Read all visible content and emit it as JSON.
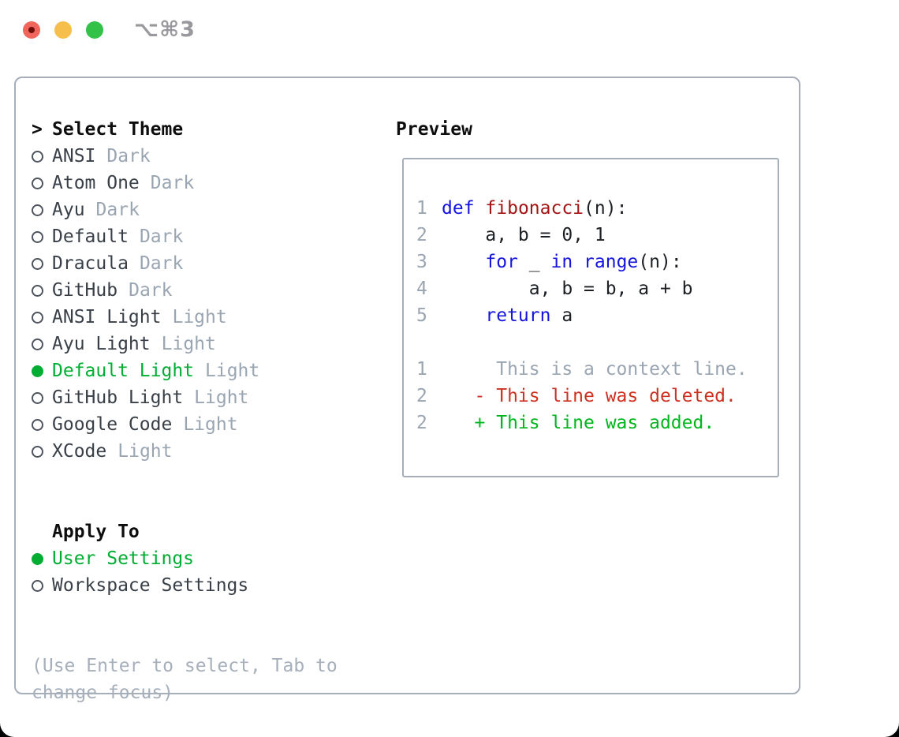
{
  "window": {
    "title": "⌥⌘3"
  },
  "colors": {
    "selected_green": "#00ad33",
    "keyword_blue": "#1414dd",
    "function_red": "#a31515",
    "deleted_red": "#cc3122",
    "added_green": "#00b51d",
    "muted_gray": "#9aa5b2",
    "border_gray": "#a6aeb8"
  },
  "theme_picker": {
    "header_marker": ">",
    "header": "Select Theme",
    "themes": [
      {
        "name": "ANSI",
        "variant": "Dark",
        "selected": false
      },
      {
        "name": "Atom One",
        "variant": "Dark",
        "selected": false
      },
      {
        "name": "Ayu",
        "variant": "Dark",
        "selected": false
      },
      {
        "name": "Default",
        "variant": "Dark",
        "selected": false
      },
      {
        "name": "Dracula",
        "variant": "Dark",
        "selected": false
      },
      {
        "name": "GitHub",
        "variant": "Dark",
        "selected": false
      },
      {
        "name": "ANSI Light",
        "variant": "Light",
        "selected": false
      },
      {
        "name": "Ayu Light",
        "variant": "Light",
        "selected": false
      },
      {
        "name": "Default Light",
        "variant": "Light",
        "selected": true
      },
      {
        "name": "GitHub Light",
        "variant": "Light",
        "selected": false
      },
      {
        "name": "Google Code",
        "variant": "Light",
        "selected": false
      },
      {
        "name": "XCode",
        "variant": "Light",
        "selected": false
      }
    ],
    "apply_to": {
      "header": "Apply To",
      "options": [
        {
          "name": "User Settings",
          "selected": true
        },
        {
          "name": "Workspace Settings",
          "selected": false
        }
      ]
    },
    "hint_lines": [
      "(Use Enter to select, Tab to",
      "change focus)"
    ]
  },
  "preview": {
    "title": "Preview",
    "lines": [
      {
        "num": "1",
        "segments": [
          [
            "kw",
            "def"
          ],
          [
            "plain",
            " "
          ],
          [
            "fn",
            "fibonacci"
          ],
          [
            "plain",
            "(n):"
          ]
        ]
      },
      {
        "num": "2",
        "segments": [
          [
            "plain",
            "    a, b = 0, 1"
          ]
        ]
      },
      {
        "num": "3",
        "segments": [
          [
            "plain",
            "    "
          ],
          [
            "kw",
            "for"
          ],
          [
            "plain",
            " _ "
          ],
          [
            "kw",
            "in"
          ],
          [
            "plain",
            " "
          ],
          [
            "kw",
            "range"
          ],
          [
            "plain",
            "(n):"
          ]
        ]
      },
      {
        "num": "4",
        "segments": [
          [
            "plain",
            "        a, b = b, a + b"
          ]
        ]
      },
      {
        "num": "5",
        "segments": [
          [
            "plain",
            "    "
          ],
          [
            "kw",
            "return"
          ],
          [
            "plain",
            " a"
          ]
        ]
      },
      {
        "num": "",
        "segments": []
      },
      {
        "num": "1",
        "segments": [
          [
            "ctx",
            "     This is a context line."
          ]
        ]
      },
      {
        "num": "2",
        "segments": [
          [
            "del",
            "   - This line was deleted."
          ]
        ]
      },
      {
        "num": "2",
        "segments": [
          [
            "add",
            "   + This line was added."
          ]
        ]
      }
    ]
  }
}
